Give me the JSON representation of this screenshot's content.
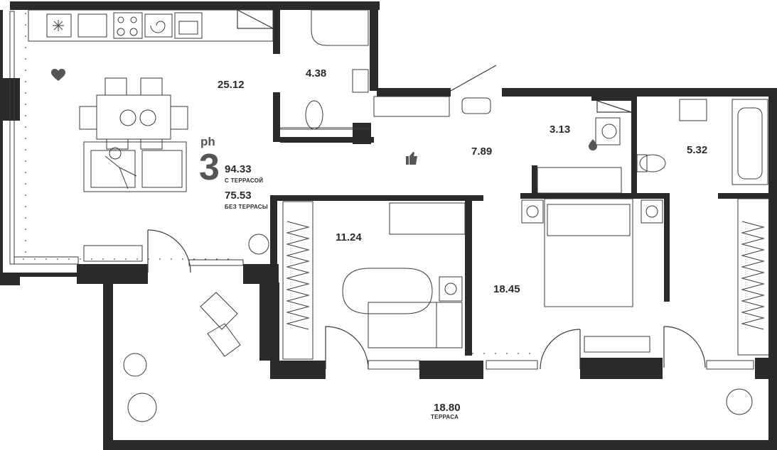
{
  "plan": {
    "type_prefix": "ph",
    "rooms_count": "3",
    "total_with_terrace": "94.33",
    "with_terrace_label": "С ТЕРРАСОЙ",
    "total_without_terrace": "75.53",
    "without_terrace_label": "БЕЗ ТЕРРАСЫ"
  },
  "rooms": {
    "kitchen_living": "25.12",
    "bathroom_1": "4.38",
    "hallway": "7.89",
    "laundry": "3.13",
    "bathroom_2": "5.32",
    "bedroom_1": "11.24",
    "bedroom_2": "18.45",
    "terrace": "18.80",
    "terrace_label": "ТЕРРАСА"
  },
  "colors": {
    "wall": "#2a2a2a",
    "line": "#3a3a3a",
    "accent": "#555555"
  },
  "icons": [
    "heart-icon",
    "thumbs-up-icon",
    "water-drop-icon",
    "snowflake-icon"
  ]
}
